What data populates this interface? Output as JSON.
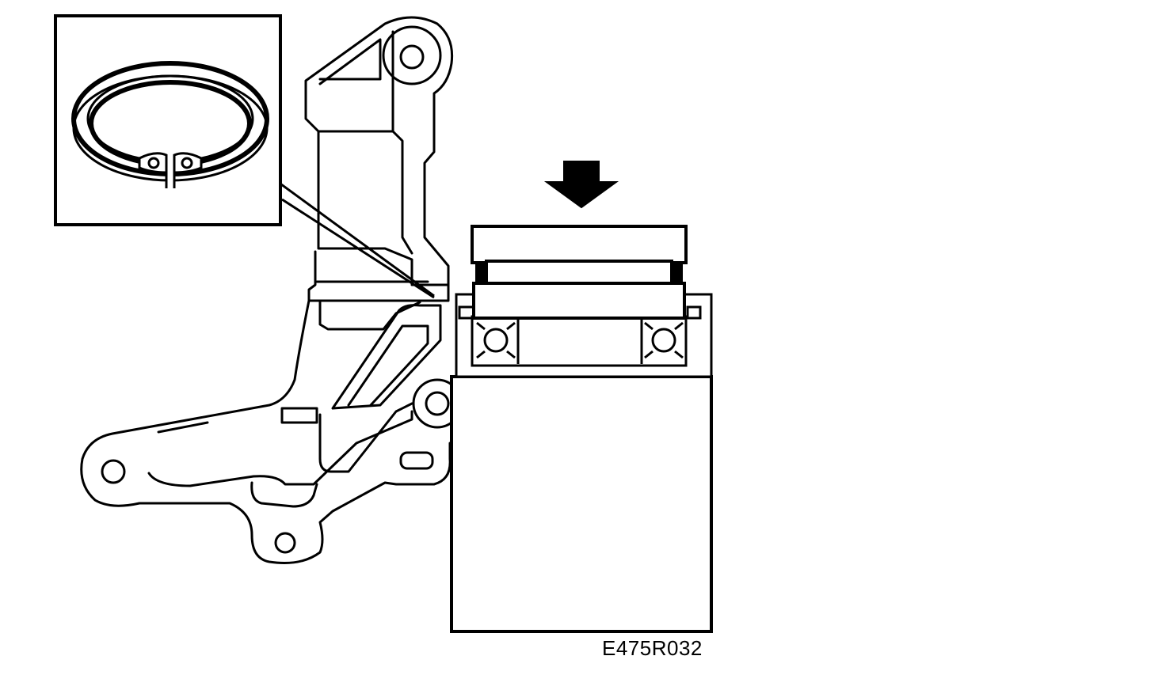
{
  "figure": {
    "reference_code": "E475R032",
    "ink_color": "#000000",
    "background_color": "#ffffff"
  },
  "components": {
    "detail_inset": "circlip-detail",
    "knuckle": "steering-knuckle",
    "press_tool": "press-drift-tool",
    "bearing": "wheel-bearing",
    "support": "support-block",
    "direction_indicator": "press-direction-arrow"
  }
}
